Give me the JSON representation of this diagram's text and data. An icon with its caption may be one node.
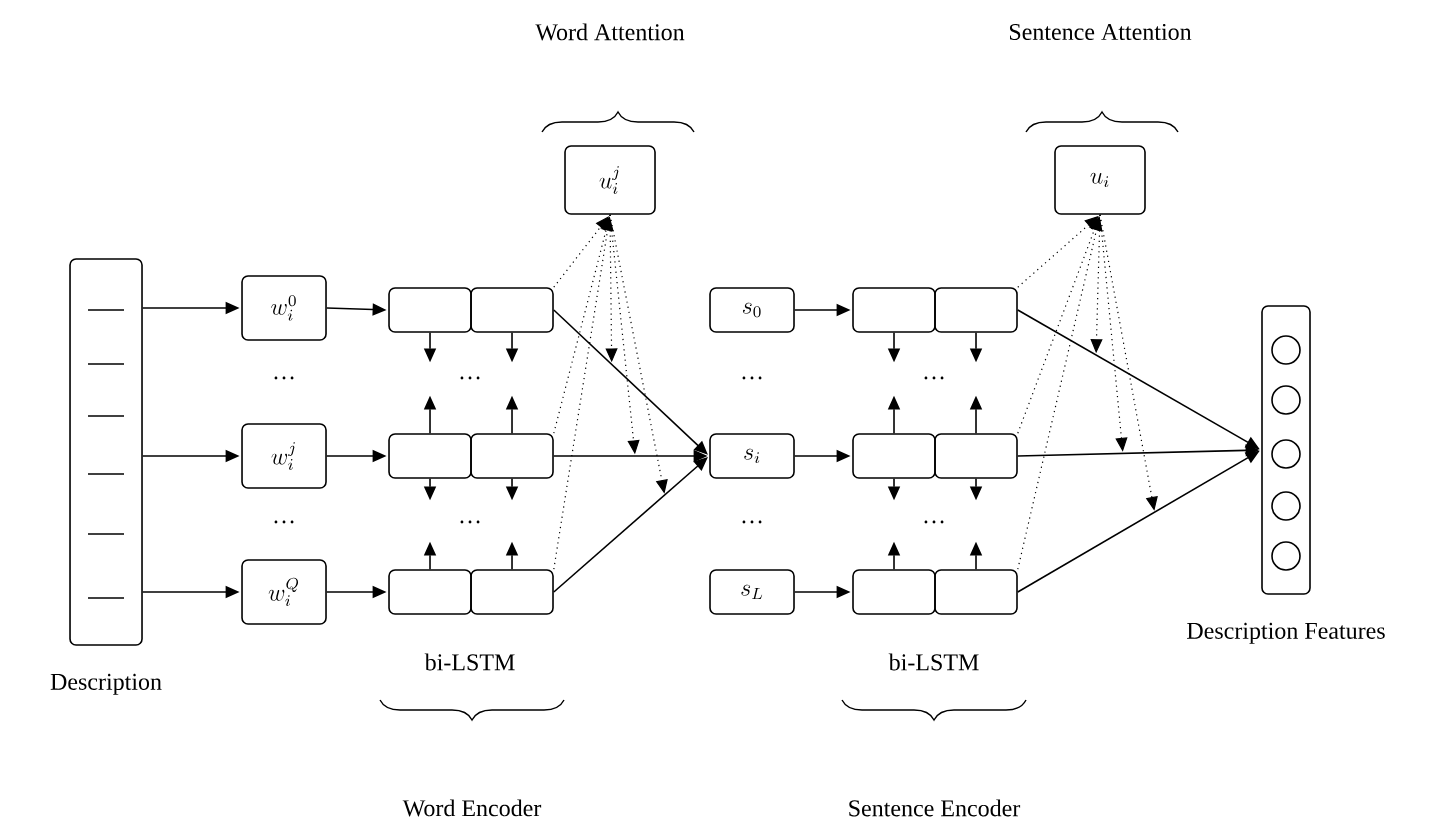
{
  "diagram": {
    "nodes": [
      {
        "text": [],
        "shape": "box",
        "beside": [
          "Description"
        ]
      },
      {
        "text": [
          "w_i^0"
        ]
      },
      {
        "text": [
          "w_i^j"
        ]
      },
      {
        "text": [
          "w_i^Q"
        ]
      },
      {
        "text": [],
        "shape": "box"
      },
      {
        "text": [],
        "shape": "box"
      },
      {
        "text": [],
        "shape": "box"
      },
      {
        "text": [],
        "shape": "box"
      },
      {
        "text": [],
        "shape": "box"
      },
      {
        "text": [],
        "shape": "box"
      },
      {
        "text": [
          "u_i^j"
        ]
      },
      {
        "text": [
          "s_0"
        ]
      },
      {
        "text": [
          "s_i"
        ]
      },
      {
        "text": [
          "s_L"
        ]
      },
      {
        "text": [],
        "shape": "box"
      },
      {
        "text": [],
        "shape": "box"
      },
      {
        "text": [],
        "shape": "box"
      },
      {
        "text": [],
        "shape": "box"
      },
      {
        "text": [],
        "shape": "box"
      },
      {
        "text": [],
        "shape": "box"
      },
      {
        "text": [
          "u_i"
        ]
      },
      {
        "text": [],
        "shape": "box",
        "beside": [
          "Description Features"
        ]
      }
    ],
    "edges": [
      {
        "from": 0,
        "to": 1,
        "arrow": "to"
      },
      {
        "from": 0,
        "to": 2,
        "arrow": "to"
      },
      {
        "from": 0,
        "to": 3,
        "arrow": "to"
      },
      {
        "from": 1,
        "to": 4,
        "arrow": "to"
      },
      {
        "from": 2,
        "to": 6,
        "arrow": "to"
      },
      {
        "from": 3,
        "to": 8,
        "arrow": "to"
      },
      {
        "from": 4,
        "to": null,
        "arrow": "to"
      },
      {
        "from": 5,
        "to": null,
        "arrow": "to"
      },
      {
        "from": 6,
        "to": null,
        "arrow": "to"
      },
      {
        "from": 7,
        "to": null,
        "arrow": "to"
      },
      {
        "from": 6,
        "to": null,
        "arrow": "to"
      },
      {
        "from": 7,
        "to": null,
        "arrow": "to"
      },
      {
        "from": 8,
        "to": null,
        "arrow": "to"
      },
      {
        "from": 9,
        "to": null,
        "arrow": "to"
      },
      {
        "from": 5,
        "to": 12,
        "arrow": "to"
      },
      {
        "from": 7,
        "to": 12,
        "arrow": "to"
      },
      {
        "from": 9,
        "to": 12,
        "arrow": "to"
      },
      {
        "from": 5,
        "to": 10,
        "arrow": "to",
        "style": "dashed"
      },
      {
        "from": 7,
        "to": 10,
        "arrow": "to",
        "style": "dashed"
      },
      {
        "from": 9,
        "to": 10,
        "arrow": "to",
        "style": "dashed"
      },
      {
        "from": 10,
        "to": null,
        "arrow": "to",
        "style": "dashed"
      },
      {
        "from": 10,
        "to": null,
        "arrow": "to",
        "style": "dashed"
      },
      {
        "from": 10,
        "to": null,
        "arrow": "to",
        "style": "dashed"
      },
      {
        "from": 11,
        "to": 14,
        "arrow": "to"
      },
      {
        "from": 12,
        "to": 16,
        "arrow": "to"
      },
      {
        "from": 13,
        "to": 18,
        "arrow": "to"
      },
      {
        "from": 14,
        "to": null,
        "arrow": "to"
      },
      {
        "from": 15,
        "to": null,
        "arrow": "to"
      },
      {
        "from": 16,
        "to": null,
        "arrow": "to"
      },
      {
        "from": 17,
        "to": null,
        "arrow": "to"
      },
      {
        "from": 16,
        "to": null,
        "arrow": "to"
      },
      {
        "from": 17,
        "to": null,
        "arrow": "to"
      },
      {
        "from": 18,
        "to": null,
        "arrow": "to"
      },
      {
        "from": 19,
        "to": null,
        "arrow": "to"
      },
      {
        "from": 15,
        "to": 21,
        "arrow": "to"
      },
      {
        "from": 17,
        "to": 21,
        "arrow": "to"
      },
      {
        "from": 19,
        "to": 21,
        "arrow": "to"
      },
      {
        "from": 15,
        "to": 20,
        "arrow": "to",
        "style": "dashed"
      },
      {
        "from": 17,
        "to": 20,
        "arrow": "to",
        "style": "dashed"
      },
      {
        "from": 19,
        "to": 20,
        "arrow": "to",
        "style": "dashed"
      },
      {
        "from": 20,
        "to": null,
        "arrow": "to",
        "style": "dashed"
      },
      {
        "from": 20,
        "to": null,
        "arrow": "to",
        "style": "dashed"
      },
      {
        "from": 20,
        "to": null,
        "arrow": "to",
        "style": "dashed"
      }
    ],
    "labels": [
      "Word Attention",
      "Sentence Attention",
      "…",
      "…",
      "…",
      "…",
      "…",
      "…",
      "…",
      "…",
      "bi-LSTM",
      "bi-LSTM",
      "Word Encoder",
      "Sentence Encoder"
    ]
  }
}
